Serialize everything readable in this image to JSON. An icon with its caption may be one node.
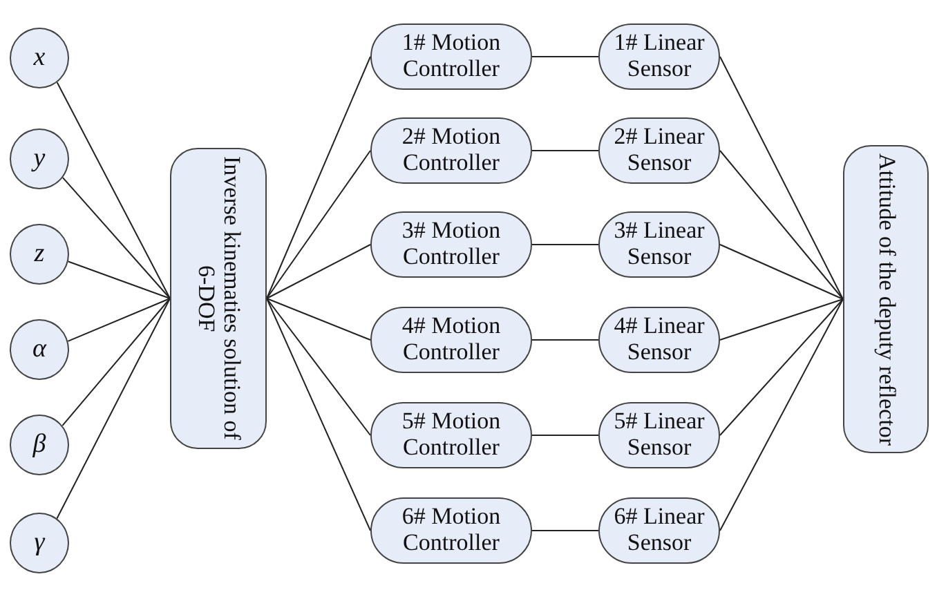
{
  "diagram": {
    "nodes": [
      {
        "text": [
          "x"
        ]
      },
      {
        "text": [
          "y"
        ]
      },
      {
        "text": [
          "z"
        ]
      },
      {
        "text": [
          "α"
        ]
      },
      {
        "text": [
          "β"
        ]
      },
      {
        "text": [
          "γ"
        ]
      },
      {
        "text": [
          "Inverse kinematies solution of 6-DOF"
        ]
      },
      {
        "text": [
          "1# Motion Controller"
        ]
      },
      {
        "text": [
          "1# Linear Sensor"
        ]
      },
      {
        "text": [
          "2# Motion Controller"
        ]
      },
      {
        "text": [
          "2# Linear Sensor"
        ]
      },
      {
        "text": [
          "3# Motion Controller"
        ]
      },
      {
        "text": [
          "3# Linear Sensor"
        ]
      },
      {
        "text": [
          "4# Motion Controller"
        ]
      },
      {
        "text": [
          "4# Linear Sensor"
        ]
      },
      {
        "text": [
          "5# Motion Controller"
        ]
      },
      {
        "text": [
          "5# Linear Sensor"
        ]
      },
      {
        "text": [
          "6# Motion Controller"
        ]
      },
      {
        "text": [
          "6# Linear Sensor"
        ]
      },
      {
        "text": [
          "Attitude of the deputy reflector"
        ]
      }
    ],
    "edges": [
      {
        "from": 0,
        "to": 6,
        "arrow": "none"
      },
      {
        "from": 1,
        "to": 6,
        "arrow": "none"
      },
      {
        "from": 2,
        "to": 6,
        "arrow": "none"
      },
      {
        "from": 3,
        "to": 6,
        "arrow": "none"
      },
      {
        "from": 4,
        "to": 6,
        "arrow": "none"
      },
      {
        "from": 5,
        "to": 6,
        "arrow": "none"
      },
      {
        "from": 6,
        "to": 7,
        "arrow": "none"
      },
      {
        "from": 6,
        "to": 9,
        "arrow": "none"
      },
      {
        "from": 6,
        "to": 11,
        "arrow": "none"
      },
      {
        "from": 6,
        "to": 13,
        "arrow": "none"
      },
      {
        "from": 6,
        "to": 15,
        "arrow": "none"
      },
      {
        "from": 6,
        "to": 17,
        "arrow": "none"
      },
      {
        "from": 7,
        "to": 8,
        "arrow": "none"
      },
      {
        "from": 9,
        "to": 10,
        "arrow": "none"
      },
      {
        "from": 11,
        "to": 12,
        "arrow": "none"
      },
      {
        "from": 13,
        "to": 14,
        "arrow": "none"
      },
      {
        "from": 15,
        "to": 16,
        "arrow": "none"
      },
      {
        "from": 17,
        "to": 18,
        "arrow": "none"
      },
      {
        "from": 8,
        "to": 19,
        "arrow": "none"
      },
      {
        "from": 10,
        "to": 19,
        "arrow": "none"
      },
      {
        "from": 12,
        "to": 19,
        "arrow": "none"
      },
      {
        "from": 14,
        "to": 19,
        "arrow": "none"
      },
      {
        "from": 16,
        "to": 19,
        "arrow": "none"
      },
      {
        "from": 18,
        "to": 19,
        "arrow": "none"
      }
    ]
  }
}
